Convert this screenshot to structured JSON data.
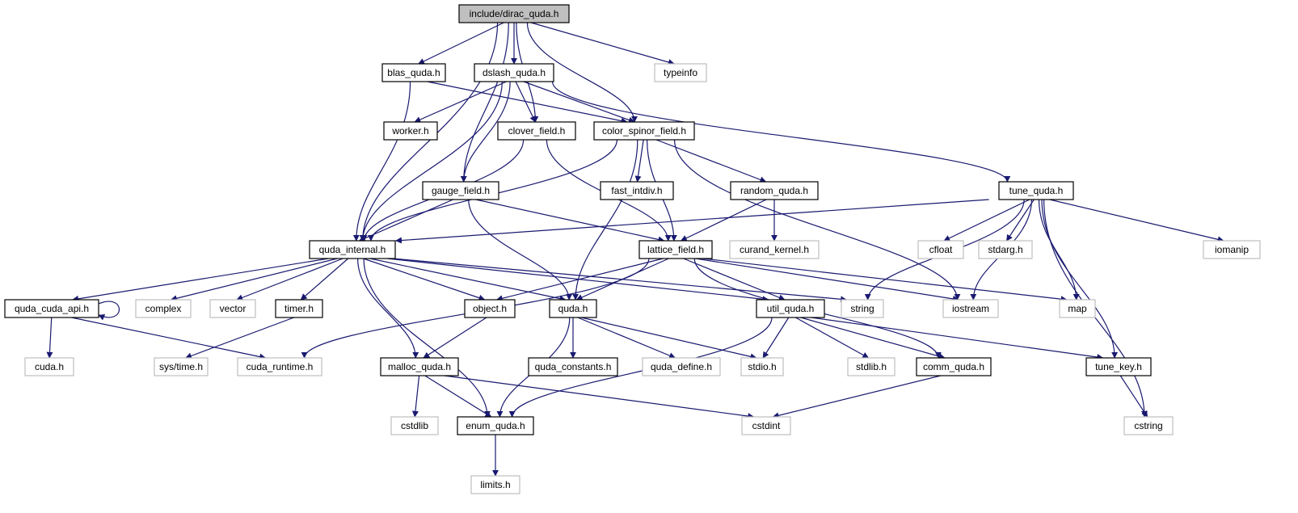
{
  "colors": {
    "edge": "#191970",
    "node_border": "#000000",
    "external_border": "#bfbfbf",
    "root_fill": "#bfbfbf",
    "node_fill": "#ffffff",
    "text": "#000000"
  },
  "diagram": {
    "type": "include-dependency-graph",
    "root": "include/dirac_quda.h",
    "nodes": [
      {
        "id": "dirac_quda",
        "label": "include/dirac_quda.h",
        "kind": "root"
      },
      {
        "id": "blas_quda",
        "label": "blas_quda.h",
        "kind": "local"
      },
      {
        "id": "dslash_quda",
        "label": "dslash_quda.h",
        "kind": "local"
      },
      {
        "id": "typeinfo",
        "label": "typeinfo",
        "kind": "external"
      },
      {
        "id": "worker",
        "label": "worker.h",
        "kind": "local"
      },
      {
        "id": "clover_field",
        "label": "clover_field.h",
        "kind": "local"
      },
      {
        "id": "color_spinor_field",
        "label": "color_spinor_field.h",
        "kind": "local"
      },
      {
        "id": "gauge_field",
        "label": "gauge_field.h",
        "kind": "local"
      },
      {
        "id": "fast_intdiv",
        "label": "fast_intdiv.h",
        "kind": "local"
      },
      {
        "id": "random_quda",
        "label": "random_quda.h",
        "kind": "local"
      },
      {
        "id": "tune_quda",
        "label": "tune_quda.h",
        "kind": "local"
      },
      {
        "id": "quda_internal",
        "label": "quda_internal.h",
        "kind": "local"
      },
      {
        "id": "lattice_field",
        "label": "lattice_field.h",
        "kind": "local"
      },
      {
        "id": "curand_kernel",
        "label": "curand_kernel.h",
        "kind": "external"
      },
      {
        "id": "cfloat",
        "label": "cfloat",
        "kind": "external"
      },
      {
        "id": "stdarg",
        "label": "stdarg.h",
        "kind": "external"
      },
      {
        "id": "iomanip",
        "label": "iomanip",
        "kind": "external"
      },
      {
        "id": "quda_cuda_api",
        "label": "quda_cuda_api.h",
        "kind": "local"
      },
      {
        "id": "complex",
        "label": "complex",
        "kind": "external"
      },
      {
        "id": "vector",
        "label": "vector",
        "kind": "external"
      },
      {
        "id": "timer",
        "label": "timer.h",
        "kind": "local"
      },
      {
        "id": "object",
        "label": "object.h",
        "kind": "local"
      },
      {
        "id": "quda",
        "label": "quda.h",
        "kind": "local"
      },
      {
        "id": "util_quda",
        "label": "util_quda.h",
        "kind": "local"
      },
      {
        "id": "string",
        "label": "string",
        "kind": "external"
      },
      {
        "id": "iostream",
        "label": "iostream",
        "kind": "external"
      },
      {
        "id": "map",
        "label": "map",
        "kind": "external"
      },
      {
        "id": "cuda_h",
        "label": "cuda.h",
        "kind": "external"
      },
      {
        "id": "sys_time",
        "label": "sys/time.h",
        "kind": "external"
      },
      {
        "id": "cuda_runtime",
        "label": "cuda_runtime.h",
        "kind": "external"
      },
      {
        "id": "malloc_quda",
        "label": "malloc_quda.h",
        "kind": "local"
      },
      {
        "id": "quda_constants",
        "label": "quda_constants.h",
        "kind": "local"
      },
      {
        "id": "quda_define",
        "label": "quda_define.h",
        "kind": "external"
      },
      {
        "id": "stdio",
        "label": "stdio.h",
        "kind": "external"
      },
      {
        "id": "stdlib",
        "label": "stdlib.h",
        "kind": "external"
      },
      {
        "id": "comm_quda",
        "label": "comm_quda.h",
        "kind": "local"
      },
      {
        "id": "tune_key",
        "label": "tune_key.h",
        "kind": "local"
      },
      {
        "id": "cstdlib",
        "label": "cstdlib",
        "kind": "external"
      },
      {
        "id": "enum_quda",
        "label": "enum_quda.h",
        "kind": "local"
      },
      {
        "id": "cstdint",
        "label": "cstdint",
        "kind": "external"
      },
      {
        "id": "cstring",
        "label": "cstring",
        "kind": "external"
      },
      {
        "id": "limits",
        "label": "limits.h",
        "kind": "external"
      }
    ],
    "edges": [
      [
        "dirac_quda",
        "quda_internal"
      ],
      [
        "dirac_quda",
        "blas_quda"
      ],
      [
        "dirac_quda",
        "gauge_field"
      ],
      [
        "dirac_quda",
        "dslash_quda"
      ],
      [
        "dirac_quda",
        "clover_field"
      ],
      [
        "dirac_quda",
        "color_spinor_field"
      ],
      [
        "dirac_quda",
        "typeinfo"
      ],
      [
        "blas_quda",
        "color_spinor_field"
      ],
      [
        "blas_quda",
        "quda_internal"
      ],
      [
        "dslash_quda",
        "quda_internal"
      ],
      [
        "dslash_quda",
        "worker"
      ],
      [
        "dslash_quda",
        "gauge_field"
      ],
      [
        "dslash_quda",
        "clover_field"
      ],
      [
        "dslash_quda",
        "color_spinor_field"
      ],
      [
        "dslash_quda",
        "tune_quda"
      ],
      [
        "clover_field",
        "quda_internal"
      ],
      [
        "clover_field",
        "lattice_field"
      ],
      [
        "color_spinor_field",
        "quda_internal"
      ],
      [
        "color_spinor_field",
        "quda"
      ],
      [
        "color_spinor_field",
        "fast_intdiv"
      ],
      [
        "color_spinor_field",
        "lattice_field"
      ],
      [
        "color_spinor_field",
        "random_quda"
      ],
      [
        "color_spinor_field",
        "iostream"
      ],
      [
        "gauge_field",
        "quda_internal"
      ],
      [
        "gauge_field",
        "quda"
      ],
      [
        "gauge_field",
        "lattice_field"
      ],
      [
        "random_quda",
        "lattice_field"
      ],
      [
        "random_quda",
        "curand_kernel"
      ],
      [
        "tune_quda",
        "quda_internal"
      ],
      [
        "tune_quda",
        "string"
      ],
      [
        "tune_quda",
        "cfloat"
      ],
      [
        "tune_quda",
        "stdarg"
      ],
      [
        "tune_quda",
        "iostream"
      ],
      [
        "tune_quda",
        "map"
      ],
      [
        "tune_quda",
        "tune_key"
      ],
      [
        "tune_quda",
        "cstring"
      ],
      [
        "tune_quda",
        "iomanip"
      ],
      [
        "quda_internal",
        "quda_cuda_api"
      ],
      [
        "quda_internal",
        "complex"
      ],
      [
        "quda_internal",
        "vector"
      ],
      [
        "quda_internal",
        "timer"
      ],
      [
        "quda_internal",
        "object"
      ],
      [
        "quda_internal",
        "quda"
      ],
      [
        "quda_internal",
        "malloc_quda"
      ],
      [
        "quda_internal",
        "enum_quda"
      ],
      [
        "quda_internal",
        "util_quda"
      ],
      [
        "quda_internal",
        "string"
      ],
      [
        "lattice_field",
        "cuda_runtime"
      ],
      [
        "lattice_field",
        "object"
      ],
      [
        "lattice_field",
        "quda"
      ],
      [
        "lattice_field",
        "util_quda"
      ],
      [
        "lattice_field",
        "comm_quda"
      ],
      [
        "lattice_field",
        "iostream"
      ],
      [
        "lattice_field",
        "map"
      ],
      [
        "quda_cuda_api",
        "quda_cuda_api"
      ],
      [
        "quda_cuda_api",
        "cuda_h"
      ],
      [
        "quda_cuda_api",
        "cuda_runtime"
      ],
      [
        "timer",
        "sys_time"
      ],
      [
        "object",
        "malloc_quda"
      ],
      [
        "quda",
        "quda_constants"
      ],
      [
        "quda",
        "quda_define"
      ],
      [
        "quda",
        "stdio"
      ],
      [
        "quda",
        "enum_quda"
      ],
      [
        "util_quda",
        "stdio"
      ],
      [
        "util_quda",
        "stdlib"
      ],
      [
        "util_quda",
        "comm_quda"
      ],
      [
        "util_quda",
        "tune_key"
      ],
      [
        "util_quda",
        "enum_quda"
      ],
      [
        "malloc_quda",
        "cstdlib"
      ],
      [
        "malloc_quda",
        "enum_quda"
      ],
      [
        "malloc_quda",
        "cstdint"
      ],
      [
        "comm_quda",
        "cstdint"
      ],
      [
        "tune_key",
        "cstring"
      ],
      [
        "enum_quda",
        "limits"
      ]
    ]
  }
}
